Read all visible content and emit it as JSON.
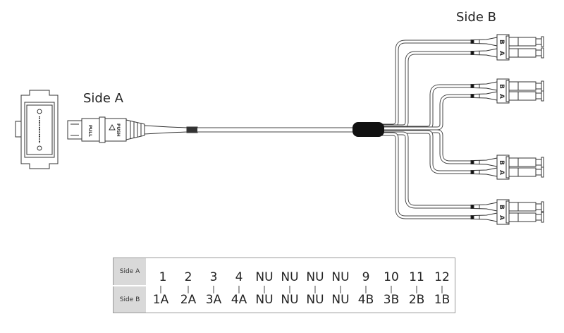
{
  "labels": {
    "side_a": "Side A",
    "side_b": "Side B"
  },
  "connector_a": {
    "pull": "PULL",
    "push": "PUSH"
  },
  "connector_b": {
    "upper": "B",
    "lower": "A"
  },
  "mapping": {
    "row_a_label": "Side A",
    "row_b_label": "Side B",
    "side_a": [
      "1",
      "2",
      "3",
      "4",
      "NU",
      "NU",
      "NU",
      "NU",
      "9",
      "10",
      "11",
      "12"
    ],
    "side_b": [
      "1A",
      "2A",
      "3A",
      "4A",
      "NU",
      "NU",
      "NU",
      "NU",
      "4B",
      "3B",
      "2B",
      "1B"
    ]
  }
}
